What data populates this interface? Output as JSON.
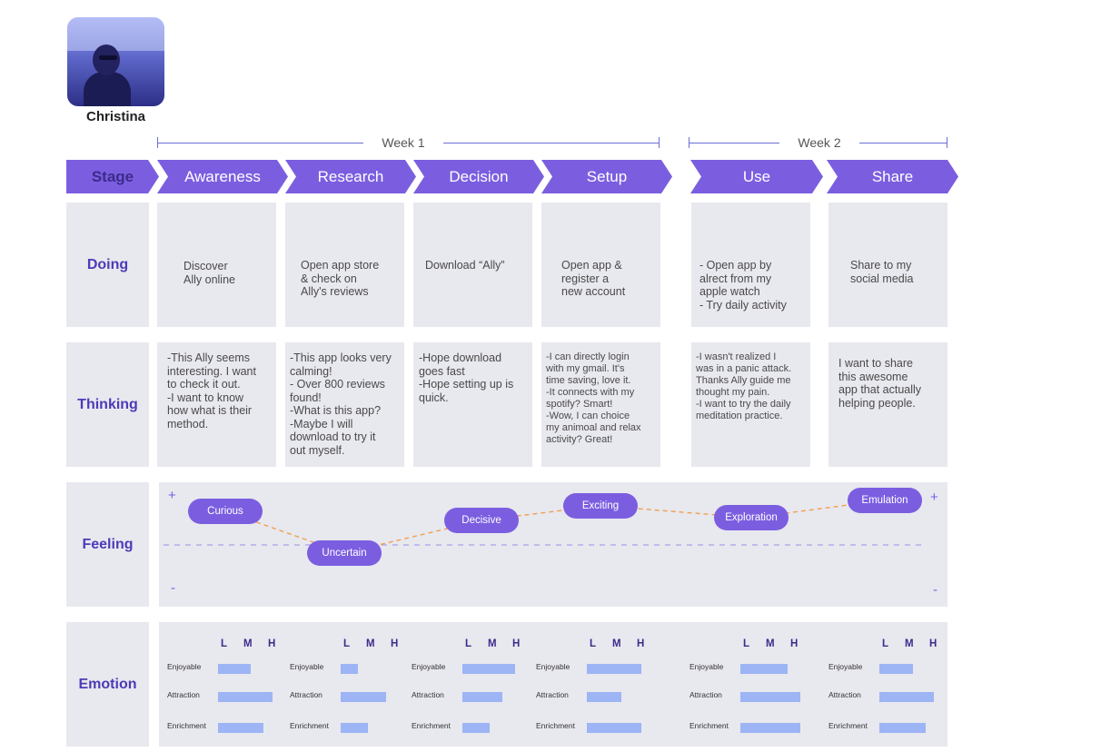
{
  "persona": {
    "name": "Christina"
  },
  "weeks": [
    "Week 1",
    "Week 2"
  ],
  "stages": [
    "Stage",
    "Awareness",
    "Research",
    "Decision",
    "Setup",
    "Use",
    "Share"
  ],
  "rows": {
    "doing_label": "Doing",
    "thinking_label": "Thinking",
    "feeling_label": "Feeling",
    "emotion_label": "Emotion"
  },
  "doing": [
    "Discover\nAlly online",
    "Open app store\n& check on\nAlly's reviews",
    "Download “Ally”",
    "Open app &\nregister a\nnew account",
    "- Open app by\nalrect from my\napple watch\n- Try daily activity",
    "Share to my\nsocial media"
  ],
  "thinking": [
    "-This Ally seems\ninteresting. I want\nto check it out.\n-I want to know\nhow what is their\nmethod.",
    "-This app looks very\ncalming!\n- Over 800 reviews\nfound!\n-What is this app?\n-Maybe I will\ndownload to try it\nout myself.",
    "-Hope download\ngoes fast\n-Hope setting up is\nquick.",
    "-I can directly login\nwith my gmail. It's\ntime saving, love it.\n-It connects with my\nspotify? Smart!\n-Wow, I can choice\nmy animoal and relax\nactivity? Great!",
    "-I wasn't realized I\nwas in a panic attack.\nThanks Ally guide me\nthought my pain.\n-I want to try the daily\nmeditation practice.",
    "I want to share\nthis awesome\napp that actually\nhelping people."
  ],
  "feeling": {
    "plus": "+",
    "minus": "-",
    "states": [
      {
        "label": "Curious",
        "level": 0.62
      },
      {
        "label": "Uncertain",
        "level": -0.15
      },
      {
        "label": "Decisive",
        "level": 0.45
      },
      {
        "label": "Exciting",
        "level": 0.72
      },
      {
        "label": "Exploration",
        "level": 0.5
      },
      {
        "label": "Emulation",
        "level": 0.82
      }
    ]
  },
  "emotion": {
    "scale": [
      "L",
      "M",
      "H"
    ],
    "metrics": [
      "Enjoyable",
      "Attraction",
      "Enrichment"
    ],
    "values": [
      [
        0.45,
        0.75,
        0.63
      ],
      [
        0.24,
        0.62,
        0.38
      ],
      [
        0.72,
        0.55,
        0.37
      ],
      [
        0.75,
        0.48,
        0.75
      ],
      [
        0.65,
        0.82,
        0.82
      ],
      [
        0.46,
        0.75,
        0.64
      ]
    ]
  },
  "colors": {
    "accent": "#7b5ee0",
    "label": "#4b3bb7",
    "panel": "#e8e8ef",
    "bar": "#9db4f5",
    "line": "#f0a050"
  }
}
